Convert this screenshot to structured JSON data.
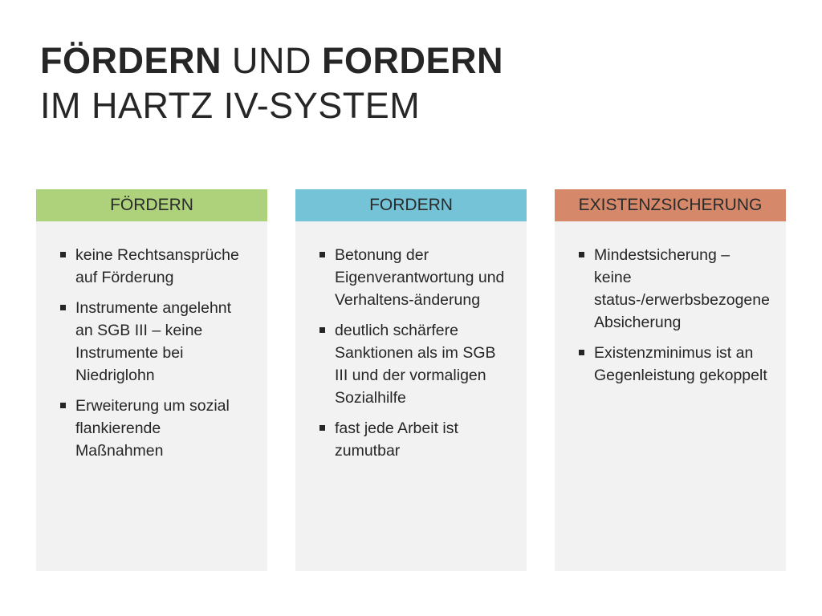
{
  "title": {
    "part1": "FÖRDERN",
    "part2": " UND ",
    "part3": "FORDERN",
    "line2": "IM HARTZ IV-SYSTEM"
  },
  "columns": [
    {
      "header": "FÖRDERN",
      "color": "#aed27b",
      "items": [
        "keine Rechtsansprüche auf Förderung",
        "Instrumente angelehnt an SGB III – keine Instrumente bei Niedriglohn",
        "Erweiterung um sozial flankierende Maßnahmen"
      ]
    },
    {
      "header": "FORDERN",
      "color": "#75c3d6",
      "items": [
        "Betonung der Eigenverantwortung und Verhaltens-änderung",
        "deutlich schärfere Sanktionen als im SGB III und der vormaligen Sozialhilfe",
        "fast jede Arbeit ist zumutbar"
      ]
    },
    {
      "header": "EXISTENZSICHERUNG",
      "color": "#d6896a",
      "items": [
        "Mindestsicherung – keine status-/erwerbsbezogene Absicherung",
        "Existenzminimus ist an Gegenleistung gekoppelt"
      ]
    }
  ],
  "icons": {
    "bullet": "square-bullet-icon"
  }
}
